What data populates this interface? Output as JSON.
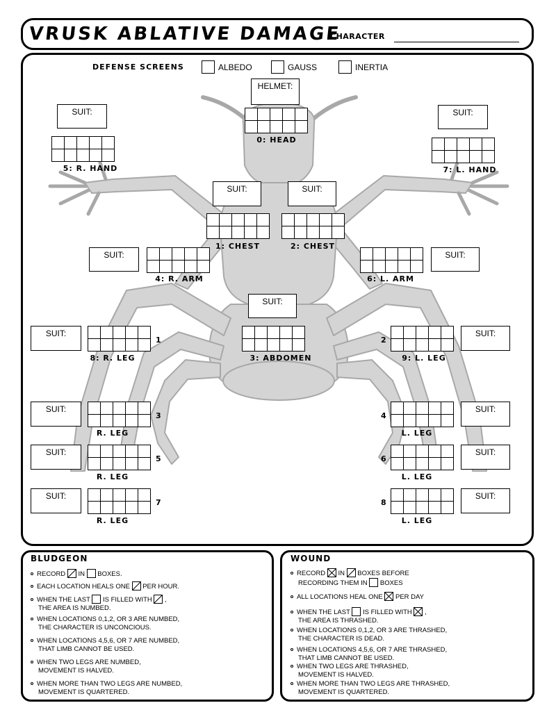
{
  "header": {
    "title": "VRUSK ABLATIVE DAMAGE",
    "character_label": "CHARACTER"
  },
  "defense_screens": {
    "label": "DEFENSE SCREENS",
    "options": [
      "ALBEDO",
      "GAUSS",
      "INERTIA"
    ]
  },
  "suit_label": "SUIT:",
  "helmet_label": "HELMET:",
  "locations": {
    "head": "0: HEAD",
    "chest_1": "1: CHEST",
    "chest_2": "2: CHEST",
    "abdomen": "3: ABDOMEN",
    "r_arm": "4: R. ARM",
    "r_hand": "5: R. HAND",
    "l_arm": "6: L. ARM",
    "l_hand": "7: L. HAND",
    "r_leg_8": "8: R. LEG",
    "l_leg_9": "9: L. LEG",
    "r_leg": "R. LEG",
    "l_leg": "L. LEG"
  },
  "leg_numbers": {
    "r1": "1",
    "l2": "2",
    "r3": "3",
    "l4": "4",
    "r5": "5",
    "l6": "6",
    "r7": "7",
    "l8": "8"
  },
  "bludgeon": {
    "title": "BLUDGEON",
    "r1_a": "RECORD",
    "r1_b": "IN",
    "r1_c": "BOXES.",
    "r2_a": "EACH LOCATION HEALS ONE",
    "r2_b": "PER HOUR.",
    "r3_a": "WHEN THE LAST",
    "r3_b": "IS FILLED WITH",
    "r3_c": ",",
    "r3_d": "THE AREA IS NUMBED.",
    "r4_a": "WHEN LOCATIONS 0,1,2, OR 3 ARE NUMBED,",
    "r4_b": "THE CHARACTER IS UNCONCIOUS.",
    "r5_a": "WHEN LOCATIONS 4,5,6, OR 7 ARE NUMBED,",
    "r5_b": "THAT LIMB CANNOT BE USED.",
    "r6_a": "WHEN TWO LEGS ARE NUMBED,",
    "r6_b": "MOVEMENT IS HALVED.",
    "r7_a": "WHEN MORE THAN TWO LEGS ARE NUMBED,",
    "r7_b": "MOVEMENT IS QUARTERED."
  },
  "wound": {
    "title": "WOUND",
    "r1_a": "RECORD",
    "r1_b": "IN",
    "r1_c": "BOXES BEFORE",
    "r1_d": "RECORDING THEM IN",
    "r1_e": "BOXES",
    "r2_a": "ALL LOCATIONS HEAL ONE",
    "r2_b": "PER DAY",
    "r3_a": "WHEN THE LAST",
    "r3_b": "IS FILLED WITH",
    "r3_c": ",",
    "r3_d": "THE AREA IS THRASHED.",
    "r4_a": "WHEN LOCATIONS 0,1,2, OR 3 ARE THRASHED,",
    "r4_b": "THE CHARACTER IS DEAD.",
    "r5_a": "WHEN LOCATIONS 4,5,6, OR 7 ARE THRASHED,",
    "r5_b": "THAT LIMB CANNOT BE USED.",
    "r6_a": "WHEN TWO LEGS ARE THRASHED,",
    "r6_b": "MOVEMENT IS HALVED.",
    "r7_a": "WHEN MORE THAN TWO LEGS ARE THRASHED,",
    "r7_b": "MOVEMENT IS QUARTERED."
  }
}
